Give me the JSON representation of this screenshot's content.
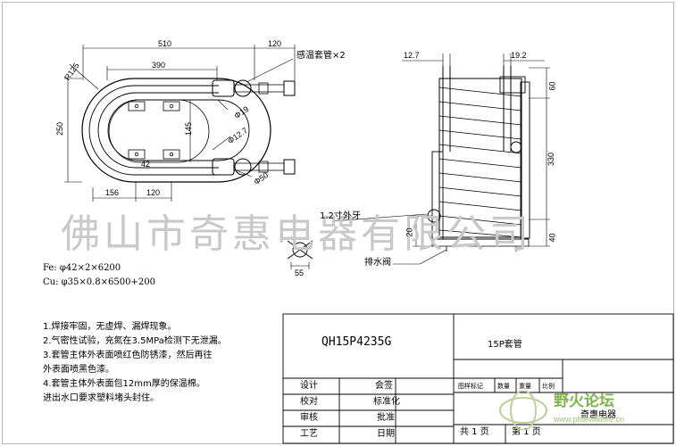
{
  "watermark": "佛山市奇惠电器有限公司",
  "left_view": {
    "dims": {
      "d510": "510",
      "d120_top": "120",
      "d390": "390",
      "r125": "R125",
      "d250": "250",
      "d145": "145",
      "phi19": "Φ19",
      "phi12_7": "Φ12.7",
      "d42": "42",
      "d156": "156",
      "d120_bottom": "120",
      "phi50": "Φ50"
    },
    "callout_sensor": "感温套管×2"
  },
  "right_view": {
    "dims": {
      "d12_7": "12.7",
      "d19_2": "19.2",
      "d60": "60",
      "d330": "330",
      "d20": "20",
      "d40": "40"
    },
    "callout_thread": "1.2寸外牙",
    "thread_dim": "55",
    "callout_drain": "排水阀"
  },
  "materials": {
    "fe": "Fe:  φ42×2×6200",
    "cu": "Cu:  φ35×0.8×6500+200"
  },
  "notes": [
    "1.焊接牢固，无虚焊、漏焊现象。",
    "2.气密性试验，充氮在3.5MPa检测下无泄漏。",
    "3.套管主体外表面喷红色防锈漆，然后再往",
    "外表面喷黑色漆。",
    "4.套管主体外表面包12mm厚的保温棉。",
    "进出水口要求塑料堵头封住。"
  ],
  "title_block": {
    "part_number": "QH15P4235G",
    "part_name": "15P套管",
    "col_headers": [
      "图样标记",
      "数量",
      "重量",
      "比例"
    ],
    "left_labels": [
      "设计",
      "校对",
      "审核",
      "工艺"
    ],
    "mid_labels": [
      "会签",
      "标准化",
      "批准",
      "日期"
    ],
    "company": "奇惠电器",
    "sheet_total": "共 1 页",
    "sheet_num": "第 1 页"
  },
  "forum_logo": {
    "text": "野火论坛",
    "url": "www.pfdewildfire.cn"
  }
}
